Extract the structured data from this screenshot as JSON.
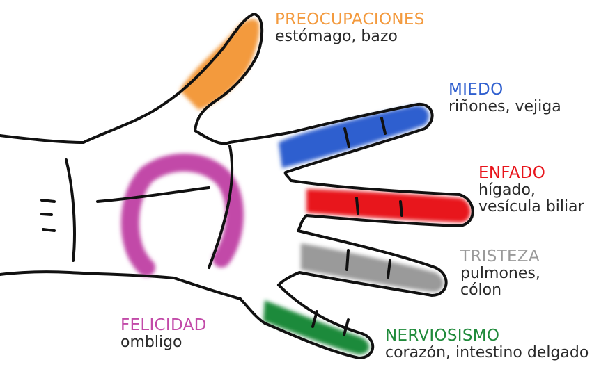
{
  "colors": {
    "preocupaciones": "#f39a3e",
    "miedo": "#2f5fcf",
    "enfado": "#e8141b",
    "tristeza": "#9a9a9a",
    "nerviosismo": "#1f8a3a",
    "felicidad": "#c24aa8",
    "outline": "#111111"
  },
  "labels": {
    "preocupaciones": {
      "emotion": "PREOCUPACIONES",
      "organs": [
        "estómago, bazo"
      ]
    },
    "miedo": {
      "emotion": "MIEDO",
      "organs": [
        "riñones, vejiga"
      ]
    },
    "enfado": {
      "emotion": "ENFADO",
      "organs": [
        "hígado,",
        "vesícula biliar"
      ]
    },
    "tristeza": {
      "emotion": "TRISTEZA",
      "organs": [
        "pulmones,",
        "cólon"
      ]
    },
    "nerviosismo": {
      "emotion": "NERVIOSISMO",
      "organs": [
        "corazón, intestino delgado"
      ]
    },
    "felicidad": {
      "emotion": "FELICIDAD",
      "organs": [
        "ombligo"
      ]
    }
  }
}
